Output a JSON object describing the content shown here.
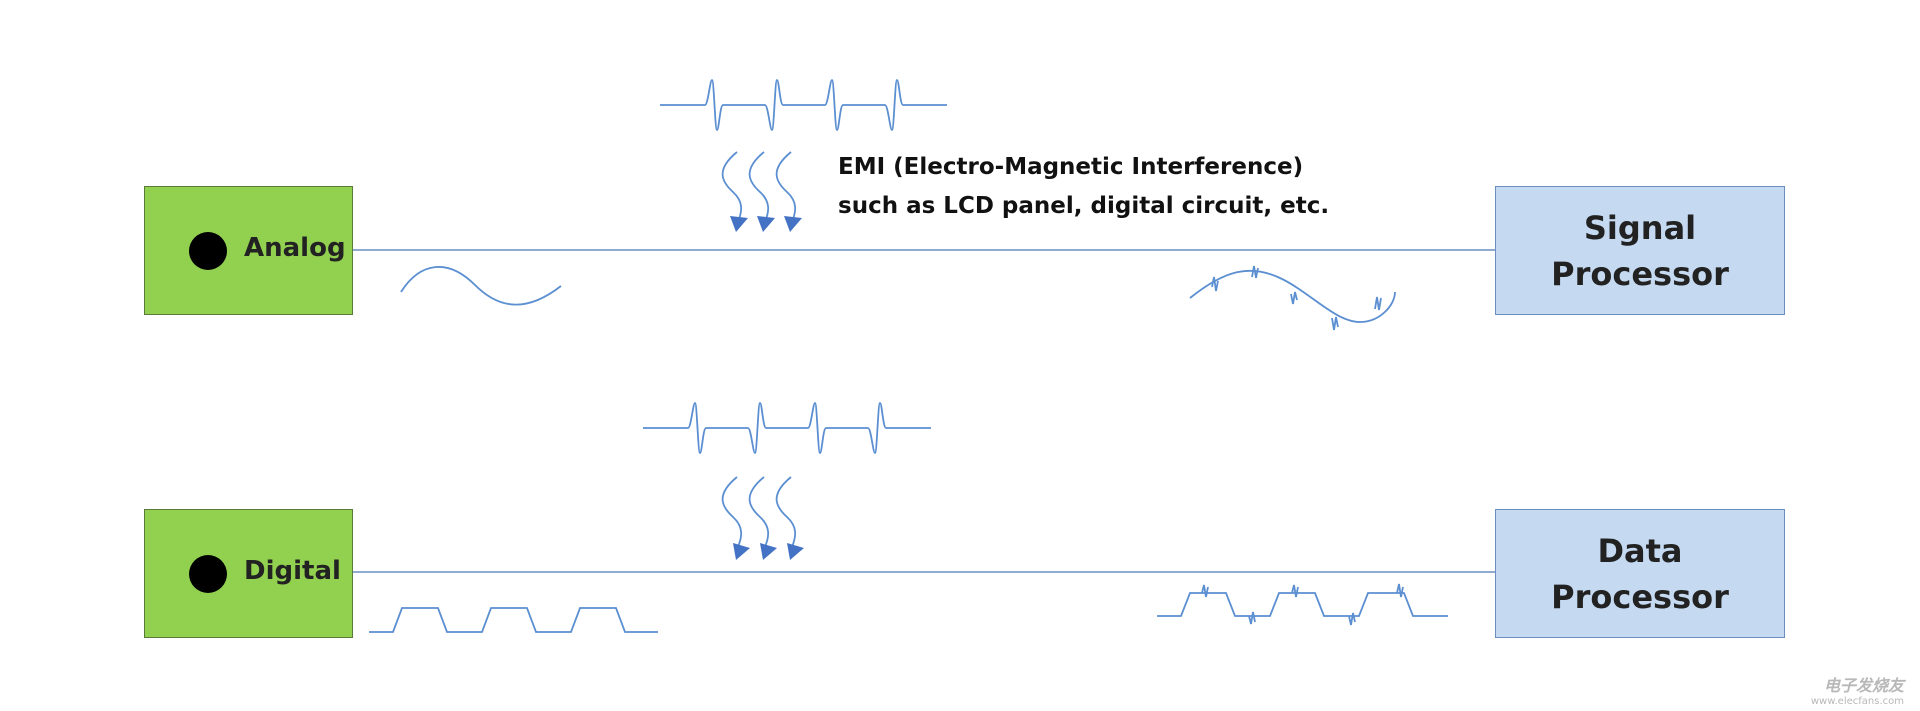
{
  "emi_note": {
    "line1": "EMI (Electro-Magnetic Interference)",
    "line2": "such as LCD panel, digital circuit, etc."
  },
  "rows": [
    {
      "source_label": "Analog",
      "processor_line1": "Signal",
      "processor_line2": "Processor",
      "input_waveform": "sine-wave",
      "output_waveform": "noisy-sine-wave"
    },
    {
      "source_label": "Digital",
      "processor_line1": "Data",
      "processor_line2": "Processor",
      "input_waveform": "square-wave",
      "output_waveform": "noisy-square-wave"
    }
  ],
  "watermark": {
    "line1": "电子发烧友",
    "line2": "www.elecfans.com"
  },
  "colors": {
    "source_fill": "#92d050",
    "processor_fill": "#c5d9f1",
    "line": "#4a7ab8",
    "wave": "#5b8fd1",
    "arrowhead": "#4472c4"
  }
}
